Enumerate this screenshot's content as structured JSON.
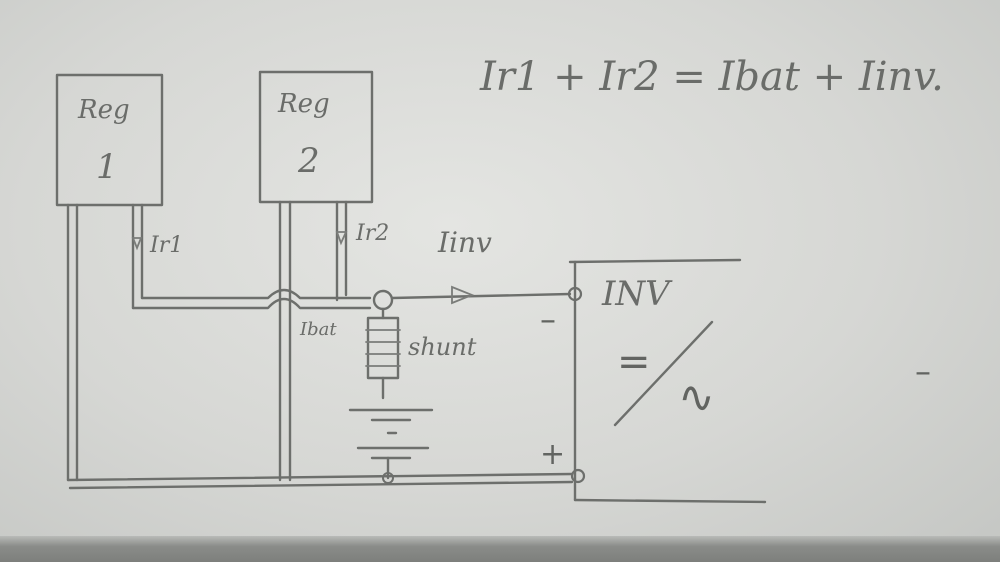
{
  "equation": "Ir1 + Ir2 = Ibat + Iinv.",
  "regulator_1": {
    "line1": "Reg",
    "line2": "1"
  },
  "regulator_2": {
    "line1": "Reg",
    "line2": "2"
  },
  "current_labels": {
    "ir1": "Ir1",
    "ir2": "Ir2",
    "iinv": "Iinv",
    "ibat": "Ibat"
  },
  "shunt_label": "shunt",
  "inverter": {
    "label": "INV",
    "symbol_dc": "=",
    "symbol_ac": "∿"
  },
  "polarity": {
    "minus": "–",
    "plus": "+"
  },
  "stray_mark": "–"
}
